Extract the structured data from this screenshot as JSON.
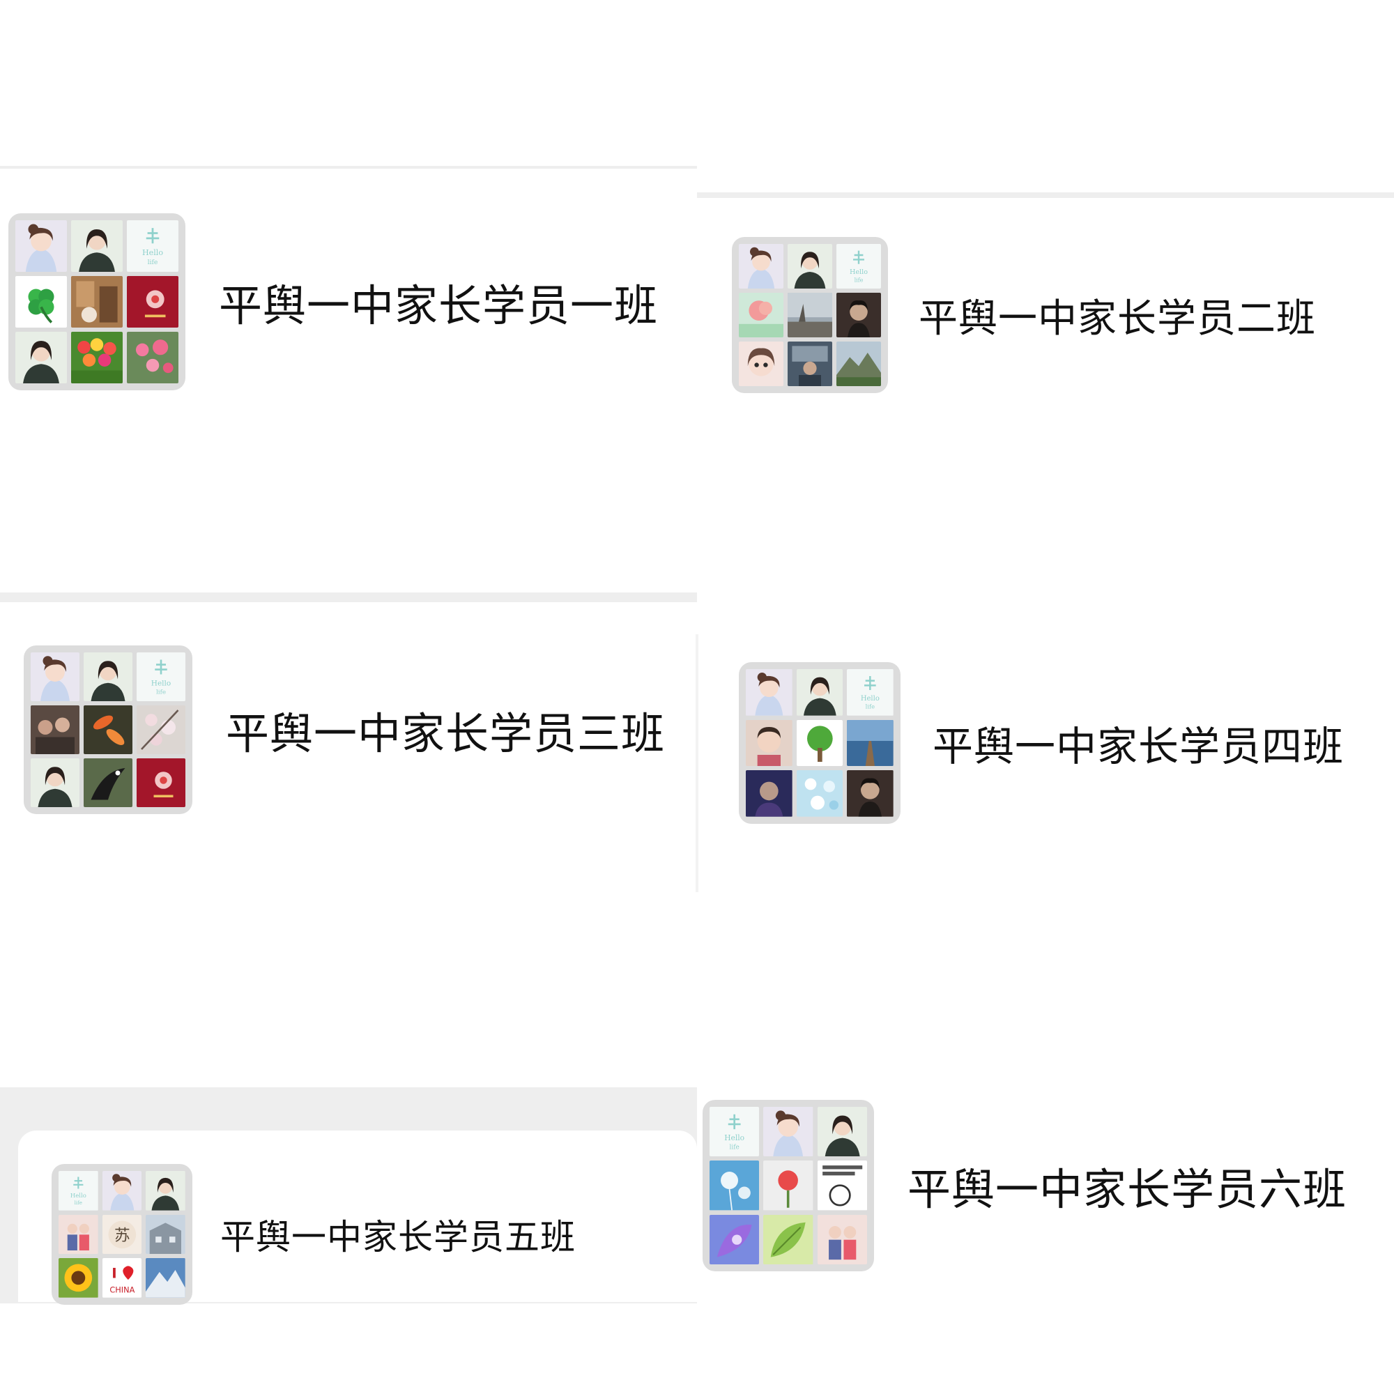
{
  "groups": [
    {
      "name": "平舆一中家长学员一班",
      "tiles": [
        "anime-girl-icon",
        "woman-portrait-icon",
        "text-card-icon",
        "clover-icon",
        "indoor-photo-icon",
        "red-card-icon",
        "woman-portrait-icon",
        "tulips-icon",
        "flowers-icon"
      ]
    },
    {
      "name": "平舆一中家长学员二班",
      "tiles": [
        "anime-girl-icon",
        "woman-portrait-icon",
        "text-card-icon",
        "pink-flower-icon",
        "sky-photo-icon",
        "dark-portrait-icon",
        "cartoon-girl-icon",
        "office-photo-icon",
        "mountain-icon"
      ]
    },
    {
      "name": "平舆一中家长学员三班",
      "tiles": [
        "anime-girl-icon",
        "woman-portrait-icon",
        "text-card-icon",
        "group-photo-icon",
        "koi-fish-icon",
        "blossom-icon",
        "woman-portrait-icon",
        "bird-icon",
        "red-card-icon"
      ]
    },
    {
      "name": "平舆一中家长学员四班",
      "tiles": [
        "anime-girl-icon",
        "woman-portrait-icon",
        "text-card-icon",
        "child-portrait-icon",
        "tree-icon",
        "pier-icon",
        "night-portrait-icon",
        "blue-flowers-icon",
        "dark-portrait-icon"
      ]
    },
    {
      "name": "平舆一中家长学员五班",
      "tiles": [
        "text-card-icon",
        "anime-girl-icon",
        "woman-portrait-icon",
        "couple-icon",
        "calligraphy-icon",
        "building-icon",
        "sunflower-icon",
        "i-love-china-icon",
        "snow-mountain-icon"
      ]
    },
    {
      "name": "平舆一中家长学员六班",
      "tiles": [
        "text-card-icon",
        "anime-girl-icon",
        "woman-portrait-icon",
        "dandelion-icon",
        "red-flower-icon",
        "meme-icon",
        "purple-flower-icon",
        "green-leaf-icon",
        "couple-icon"
      ]
    }
  ],
  "tile_labels": {
    "i_love": "I",
    "china": "CHINA"
  }
}
